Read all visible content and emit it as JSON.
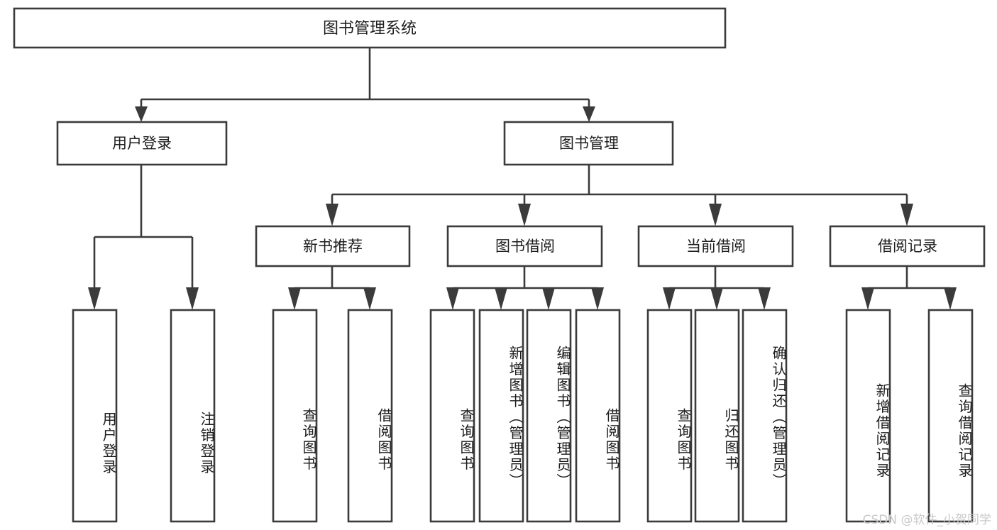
{
  "diagram": {
    "type": "tree-hierarchy",
    "title": "图书管理系统",
    "watermark": "CSDN @软件_小贺同学",
    "colors": {
      "stroke": "#3b3b3b",
      "fill": "#ffffff",
      "text": "#1d1d1d",
      "watermark": "#c9c9c9",
      "background": "#ffffff"
    },
    "root": {
      "label": "图书管理系统"
    },
    "level1": [
      {
        "id": "user-login",
        "label": "用户登录"
      },
      {
        "id": "book-manage",
        "label": "图书管理"
      }
    ],
    "level2": [
      {
        "id": "new-book-rec",
        "label": "新书推荐",
        "parent": "book-manage"
      },
      {
        "id": "book-borrow",
        "label": "图书借阅",
        "parent": "book-manage"
      },
      {
        "id": "current-borrow",
        "label": "当前借阅",
        "parent": "book-manage"
      },
      {
        "id": "borrow-record",
        "label": "借阅记录",
        "parent": "book-manage"
      }
    ],
    "leaves": [
      {
        "id": "leaf-user-login",
        "label": "用户登录",
        "parent": "user-login"
      },
      {
        "id": "leaf-logout",
        "label": "注销登录",
        "parent": "user-login"
      },
      {
        "id": "leaf-query-book-1",
        "label": "查询图书",
        "parent": "new-book-rec"
      },
      {
        "id": "leaf-borrow-book-1",
        "label": "借阅图书",
        "parent": "new-book-rec"
      },
      {
        "id": "leaf-query-book-2",
        "label": "查询图书",
        "parent": "book-borrow"
      },
      {
        "id": "leaf-add-book",
        "label": "新增图书（管理员）",
        "parent": "book-borrow"
      },
      {
        "id": "leaf-edit-book",
        "label": "编辑图书（管理员）",
        "parent": "book-borrow"
      },
      {
        "id": "leaf-borrow-book-2",
        "label": "借阅图书",
        "parent": "book-borrow"
      },
      {
        "id": "leaf-query-book-3",
        "label": "查询图书",
        "parent": "current-borrow"
      },
      {
        "id": "leaf-return-book",
        "label": "归还图书",
        "parent": "current-borrow"
      },
      {
        "id": "leaf-confirm-return",
        "label": "确认归还（管理员）",
        "parent": "current-borrow"
      },
      {
        "id": "leaf-add-record",
        "label": "新增借阅记录",
        "parent": "borrow-record"
      },
      {
        "id": "leaf-query-record",
        "label": "查询借阅记录",
        "parent": "borrow-record"
      }
    ]
  }
}
